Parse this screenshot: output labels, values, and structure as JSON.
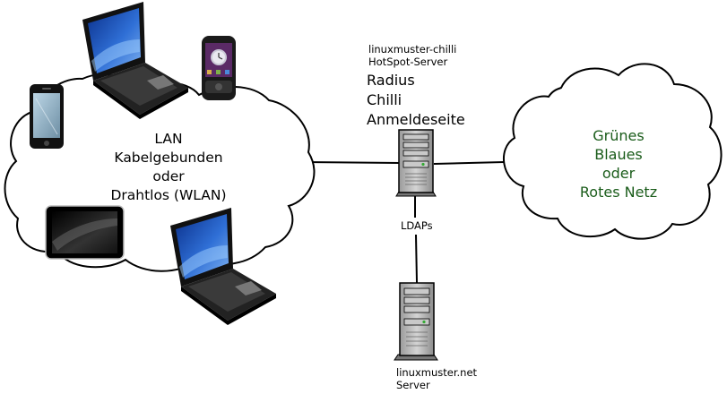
{
  "lan": {
    "line1": "LAN",
    "line2": "Kabelgebunden",
    "line3": "oder",
    "line4": "Drahtlos (WLAN)"
  },
  "hotspot": {
    "name": "linuxmuster-chilli",
    "role": "HotSpot-Server",
    "svc1": "Radius",
    "svc2": "Chilli",
    "svc3": "Anmeldeseite"
  },
  "link_label": "LDAPs",
  "server": {
    "name": "linuxmuster.net",
    "role": "Server"
  },
  "networks": {
    "line1": "Grünes",
    "line2": "Blaues",
    "line3": "oder",
    "line4": "Rotes Netz"
  },
  "colors": {
    "networks_text": "#1a5c1a",
    "screen_blue": "#2f6fd6",
    "server_grey": "#b8b8b8"
  }
}
